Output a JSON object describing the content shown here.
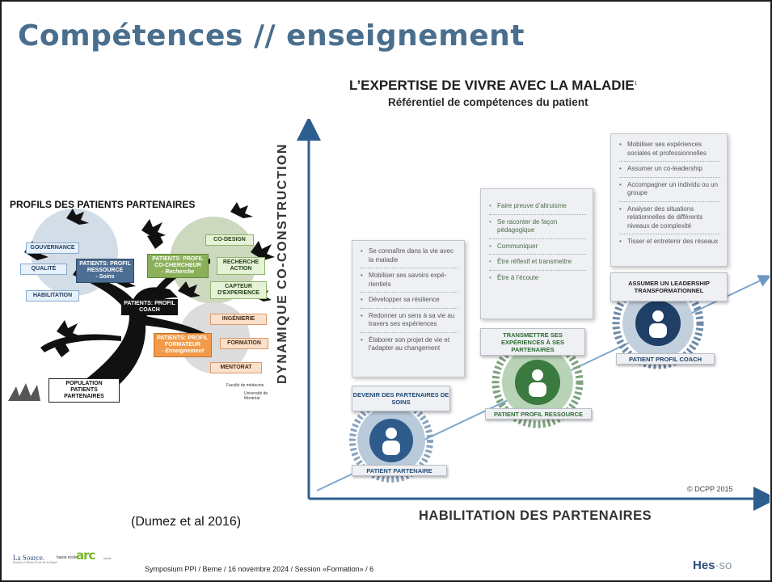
{
  "slide": {
    "title": "Compétences // enseignement",
    "citation": "(Dumez et al 2016)",
    "footer_text": "Symposium PPI / Berne / 16 novembre 2024 / Session «Formation»  / 6",
    "logos": {
      "lasource_name": "La Source.",
      "lasource_sub": "Institut et Haute École de la Santé",
      "arc_prefix": "haute école",
      "arc_name": "arc",
      "arc_sub": "santé",
      "hes_main": "Hes",
      "hes_suffix": "·so"
    }
  },
  "tree": {
    "heading": "PROFILS DES PATIENTS PARTENAIRES",
    "labels": {
      "gouvernance": "GOUVERNANCE",
      "qualite": "QUALITÉ",
      "habilitation": "HABILITATION",
      "ressource": "PATIENTS: PROFIL RESSOURCE",
      "ressource_sub": "- Soins",
      "chercheur": "PATIENTS: PROFIL CO-CHERCHEUR",
      "chercheur_sub": "- Recherche",
      "codesign": "CO-DESIGN",
      "recherche_action": "RECHERCHE ACTION",
      "capteur": "CAPTEUR D'EXPERIENCE",
      "coach": "PATIENTS: PROFIL COACH",
      "ingenierie": "INGÉNIERIE",
      "formateur": "PATIENTS: PROFIL FORMATEUR",
      "formateur_sub": "- Enseignement",
      "formation": "FORMATION",
      "mentorat": "MENTORAT",
      "population": "POPULATION PATIENTS PARTENAIRES",
      "univ": "Université de Montréal",
      "faculte": "Faculté de médecine"
    }
  },
  "chart_data": {
    "type": "diagram",
    "title": "L’EXPERTISE DE VIVRE AVEC LA MALADIE",
    "title_note": "1",
    "subtitle": "Référentiel de compétences du patient",
    "ylabel": "DYNAMIQUE CO-CONSTRUCTION",
    "xlabel": "HABILITATION DES PARTENAIRES",
    "copyright": "© DCPP 2015",
    "stages": [
      {
        "profile": "PATIENT PARTENAIRE",
        "stage": "DEVENIR DES PARTENAIRES DE SOINS",
        "color": "#2e5b8a",
        "competencies": [
          "Se connaître dans la vie avec la maladie",
          "Mobiliser ses savoirs expé-rientiels",
          "Développer sa résilience",
          "Redonner un sens à sa vie au travers ses expériences",
          "Élaborer son projet de vie et l’adapter au changement"
        ]
      },
      {
        "profile": "PATIENT PROFIL RESSOURCE",
        "stage": "TRANSMETTRE SES EXPÉRIENCES À SES PARTENAIRES",
        "color": "#3a7a3e",
        "competencies": [
          "Faire preuve d’altruisme",
          "Se raconter de façon pédagogique",
          "Communiquer",
          "Être réflexif et transmettre",
          "Être à l’écoute"
        ]
      },
      {
        "profile": "PATIENT PROFIL COACH",
        "stage": "ASSUMER UN LEADERSHIP TRANSFORMATIONNEL",
        "color": "#1f3f66",
        "competencies": [
          "Mobiliser ses expériences sociales et professionnelles",
          "Assumer un co-leadership",
          "Accompagner un individu ou un groupe",
          "Analyser des situations relationnelles de différents niveaux de complexité",
          "Tisser et entretenir des réseaux"
        ]
      }
    ]
  }
}
